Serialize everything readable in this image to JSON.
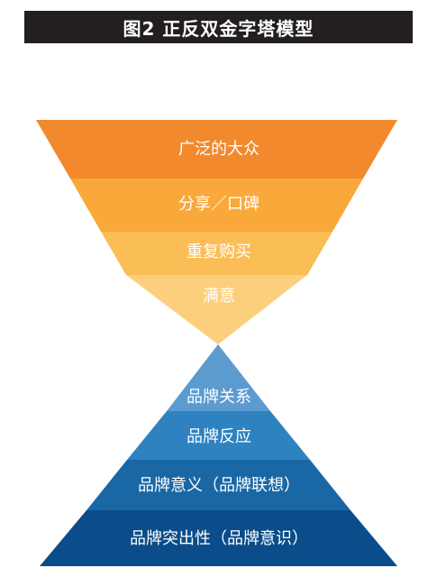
{
  "title": "图2  正反双金字塔模型",
  "colors": {
    "title_bg": "#231f20",
    "title_text": "#ffffff",
    "label_text": "#ffffff"
  },
  "inverted_pyramid": {
    "layers": [
      {
        "label": "广泛的大众",
        "color": "#f28a2d"
      },
      {
        "label": "分享／口碑",
        "color": "#f9a93a"
      },
      {
        "label": "重复购买",
        "color": "#fbbd55"
      },
      {
        "label": "满意",
        "color": "#fccf7c"
      }
    ]
  },
  "upright_pyramid": {
    "layers": [
      {
        "label": "品牌关系",
        "color": "#5b9bd0"
      },
      {
        "label": "品牌反应",
        "color": "#2e82c0"
      },
      {
        "label": "品牌意义（品牌联想）",
        "color": "#1a67a6"
      },
      {
        "label": "品牌突出性（品牌意识）",
        "color": "#0b4c8a"
      }
    ]
  }
}
